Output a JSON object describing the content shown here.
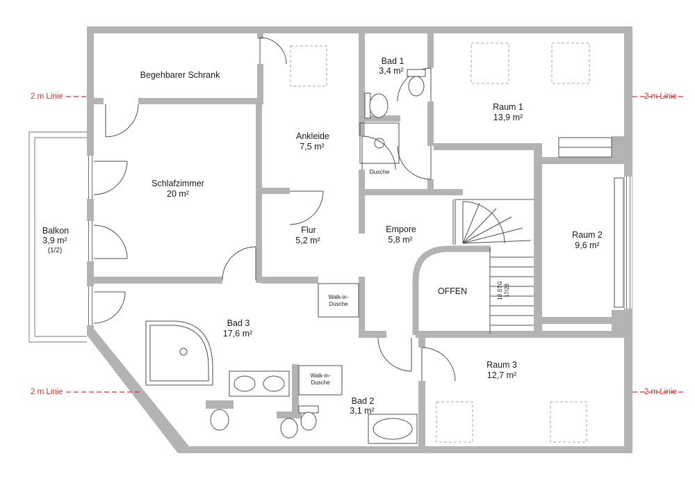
{
  "theme": {
    "wall": "#b3b3b3",
    "line": "#4d4d4d",
    "dash": "#a6a6a6",
    "red": "#cc3333",
    "text": "#1a1a1a",
    "bg": "#ffffff"
  },
  "rooms": {
    "begehbarer_schrank": {
      "name": "Begehbarer Schrank"
    },
    "bad1": {
      "name": "Bad 1",
      "area": "3,4 m²"
    },
    "raum1": {
      "name": "Raum 1",
      "area": "13,9 m²"
    },
    "ankleide": {
      "name": "Ankleide",
      "area": "7,5 m²"
    },
    "schlafzimmer": {
      "name": "Schlafzimmer",
      "area": "20 m²"
    },
    "balkon": {
      "name": "Balkon",
      "area": "3,9 m²",
      "note": "(1/2)"
    },
    "flur": {
      "name": "Flur",
      "area": "5,2 m²"
    },
    "empore": {
      "name": "Empore",
      "area": "5,8 m²"
    },
    "raum2": {
      "name": "Raum 2",
      "area": "9,6 m²"
    },
    "dusche": {
      "name": "Dusche"
    },
    "offen": {
      "name": "OFFEN"
    },
    "bad3": {
      "name": "Bad 3",
      "area": "17,6 m²"
    },
    "bad2": {
      "name": "Bad 2",
      "area": "3,1 m²"
    },
    "raum3": {
      "name": "Raum 3",
      "area": "12,7 m²"
    },
    "walkin1": {
      "line1": "Walk-in-",
      "line2": "Dusche"
    },
    "walkin2": {
      "line1": "Walk-in-",
      "line2": "Dusche"
    }
  },
  "stairs": {
    "line1": "18 STG",
    "line2": "17/28"
  },
  "guides": {
    "two_m_line": "2 m Linie"
  }
}
